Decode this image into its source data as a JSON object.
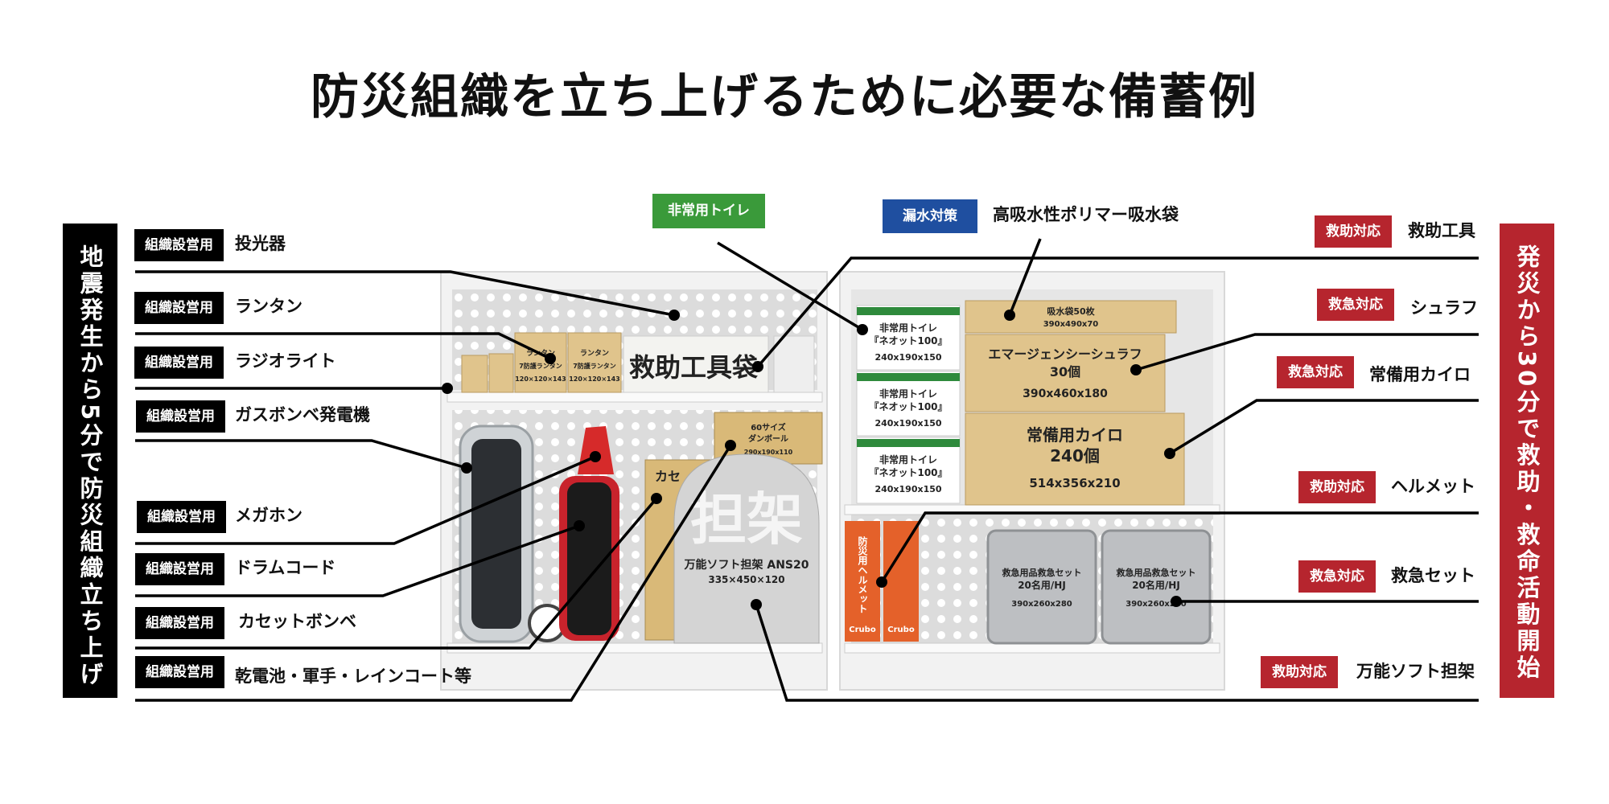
{
  "title": "防災組織を立ち上げるために必要な備蓄例",
  "left_banner": "地震発生から5分で防災組織立ち上げ",
  "right_banner": "発災から30分で救助・救命活動開始",
  "colors": {
    "black_tag": "#000000",
    "red_tag": "#b6252e",
    "green_tag": "#3a9a3a",
    "blue_tag": "#1f4fa0",
    "cardboard": "#e0c48c"
  },
  "left_items": [
    {
      "tag": "組織設営用",
      "label": "投光器"
    },
    {
      "tag": "組織設営用",
      "label": "ランタン"
    },
    {
      "tag": "組織設営用",
      "label": "ラジオライト"
    },
    {
      "tag": "組織設営用",
      "label": "ガスボンベ発電機"
    },
    {
      "tag": "組織設営用",
      "label": "メガホン"
    },
    {
      "tag": "組織設営用",
      "label": "ドラムコード"
    },
    {
      "tag": "組織設営用",
      "label": "カセットボンベ"
    },
    {
      "tag": "組織設営用",
      "label": "乾電池・軍手・レインコート等"
    }
  ],
  "right_items": [
    {
      "tag": "救助対応",
      "label": "救助工具"
    },
    {
      "tag": "救急対応",
      "label": "シュラフ"
    },
    {
      "tag": "救急対応",
      "label": "常備用カイロ"
    },
    {
      "tag": "救助対応",
      "label": "ヘルメット"
    },
    {
      "tag": "救急対応",
      "label": "救急セット"
    },
    {
      "tag": "救助対応",
      "label": "万能ソフト担架"
    }
  ],
  "top_items": {
    "toilet_tag": "非常用トイレ",
    "water_tag": "漏水対策",
    "water_label": "高吸水性ポリマー吸水袋"
  },
  "box_texts": {
    "lantern_a": "ランタン",
    "lantern_b": "7防護ランタン",
    "lantern_dim": "120×120×143",
    "toolbox": "救助工具袋",
    "cardboard_60": "60サイズ",
    "cardboard_60b": "ダンボール",
    "cardboard_60_dim": "290x190x110",
    "cassette": "カセ",
    "stretcher_big": "担架",
    "stretcher_name": "万能ソフト担架 ANS20",
    "stretcher_dim": "335×450×120",
    "toilet_a": "非常用トイレ",
    "toilet_b": "『ネオット100』",
    "toilet_dim": "240x190x150",
    "bag_a": "吸水袋50枚",
    "bag_dim": "390x490x70",
    "sleep_a": "エマージェンシーシュラフ",
    "sleep_b": "30個",
    "sleep_dim": "390x460x180",
    "kairo_a": "常備用カイロ",
    "kairo_b": "240個",
    "kairo_dim": "514x356x210",
    "helmet": "防災用ヘルメット",
    "helmet_brand": "Crubo",
    "aid_a": "救急用品救急セット",
    "aid_b": "20名用/HJ",
    "aid_dim": "390x260x280"
  }
}
